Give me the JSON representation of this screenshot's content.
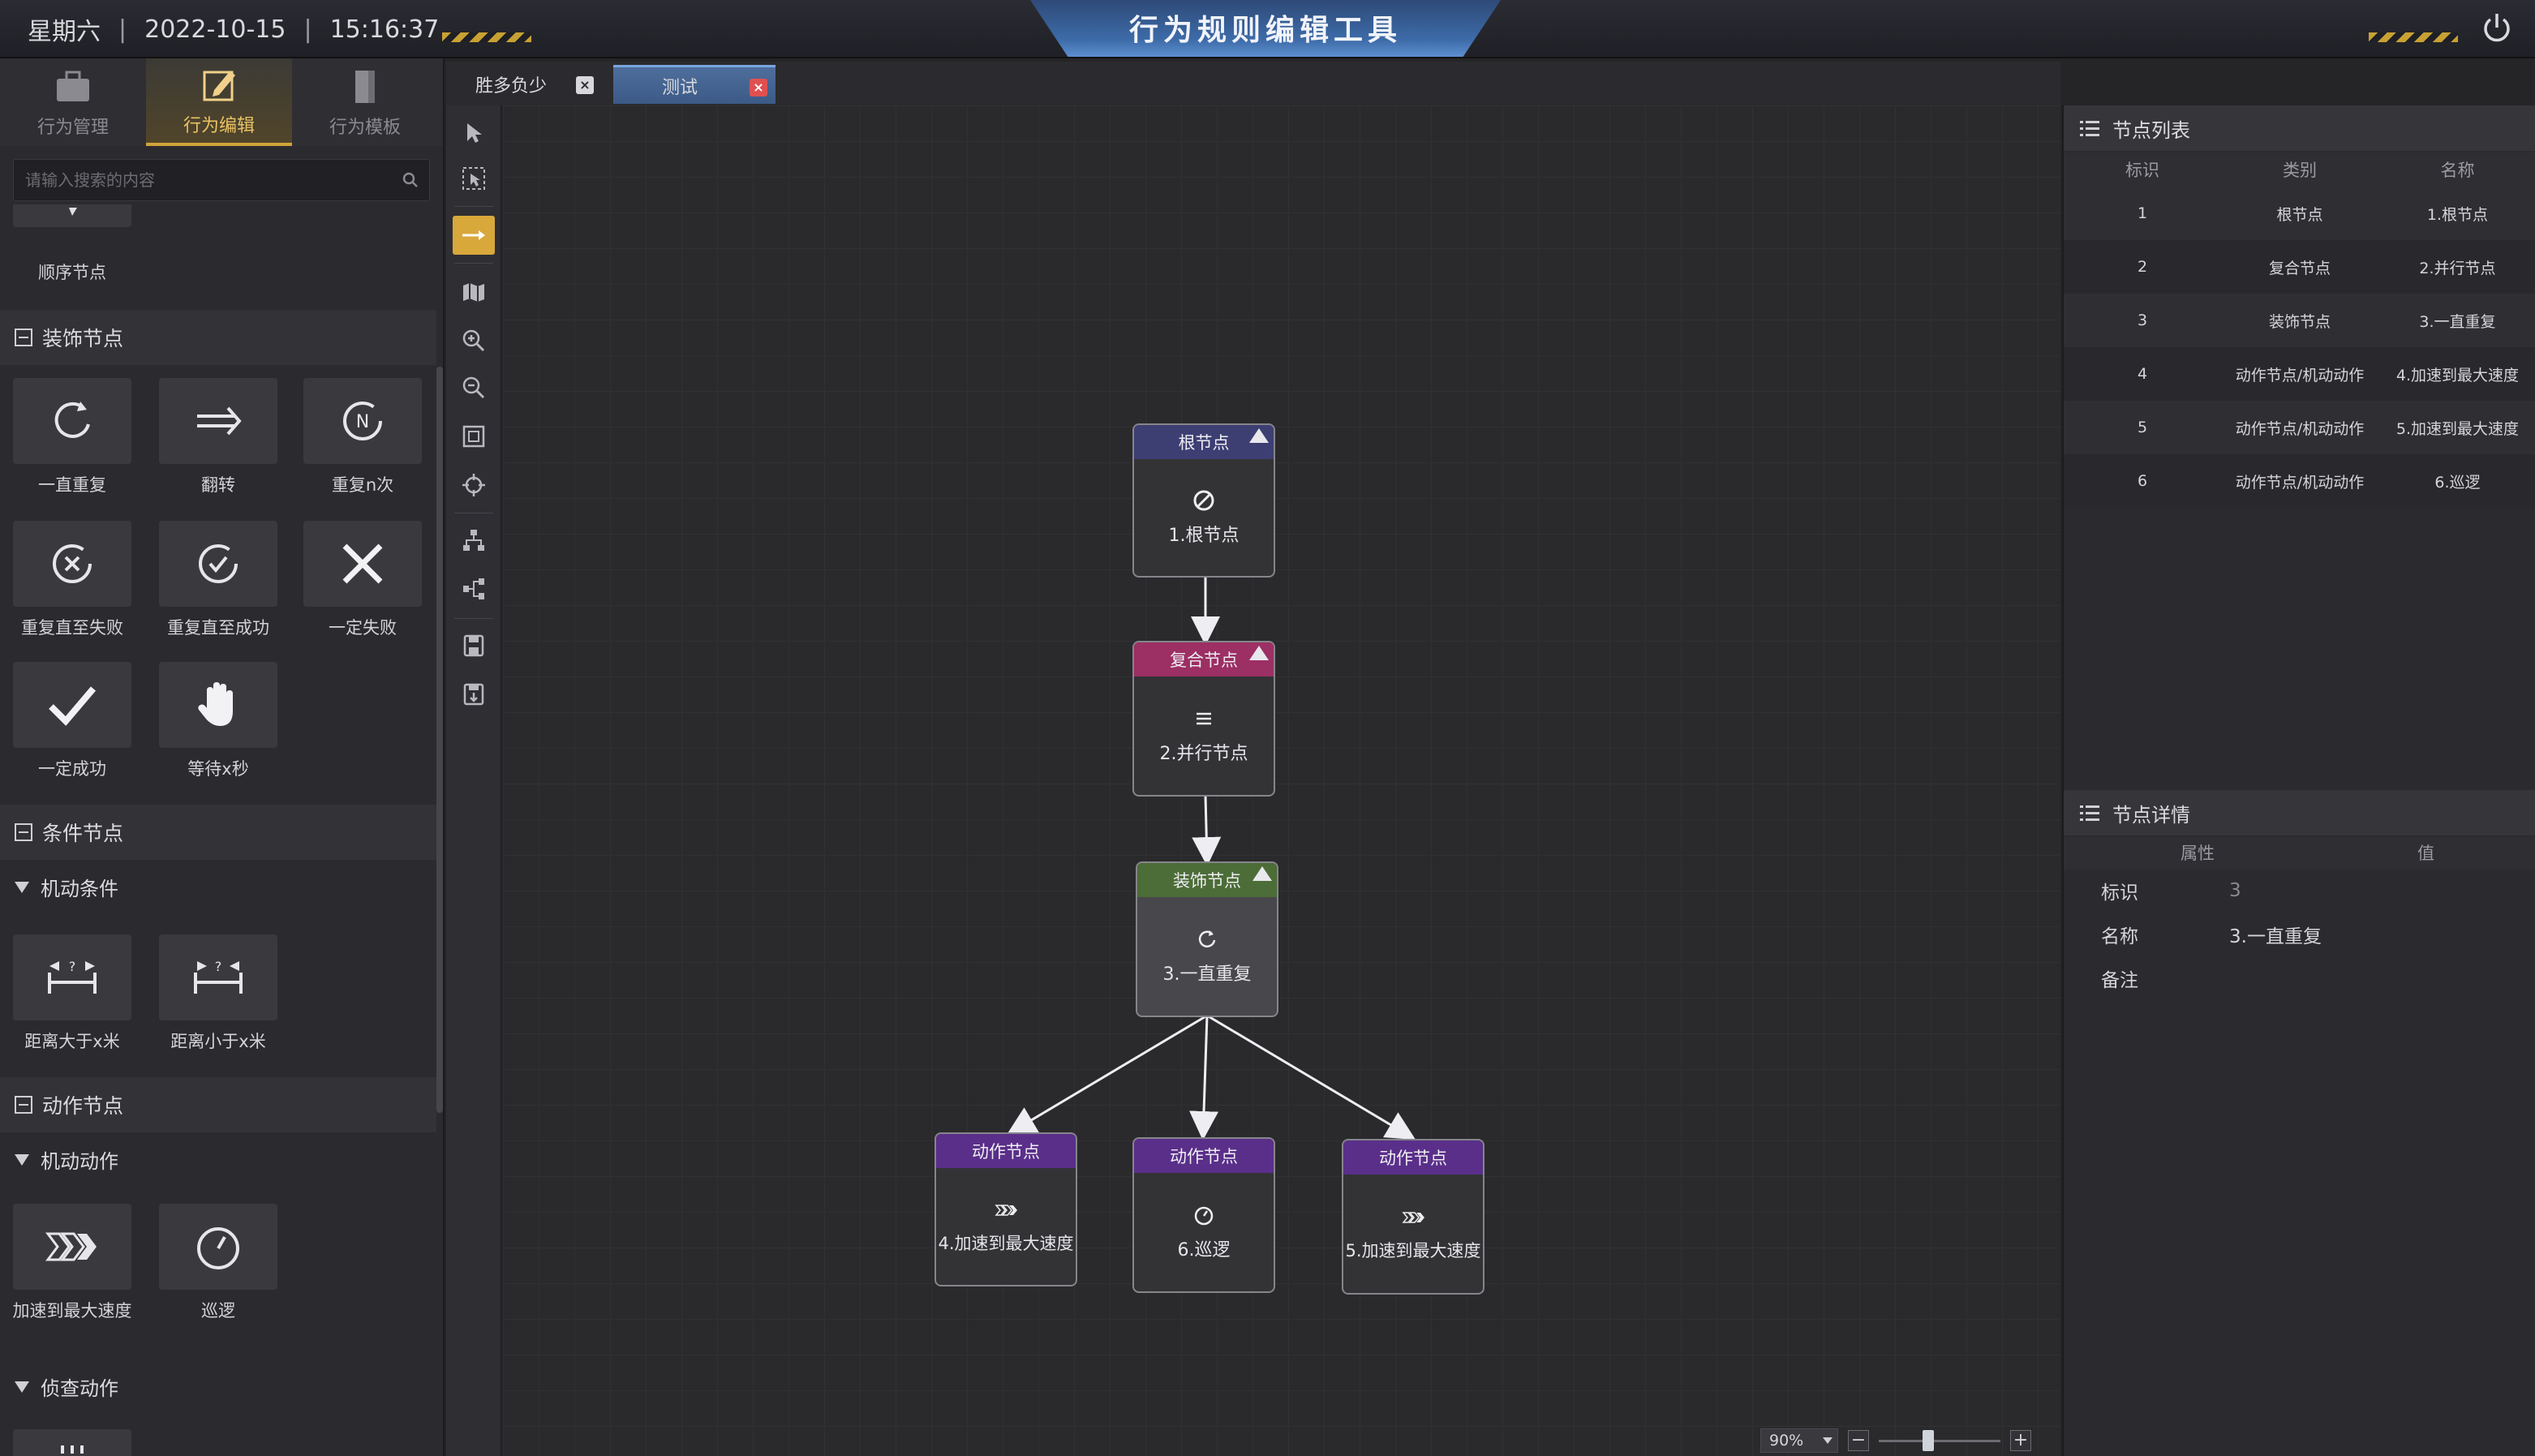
{
  "titlebar": {
    "weekday": "星期六",
    "date": "2022-10-15",
    "time": "15:16:37",
    "app_title": "行为规则编辑工具"
  },
  "left_tabs": [
    {
      "label": "行为管理",
      "icon": "briefcase-icon",
      "active": false
    },
    {
      "label": "行为编辑",
      "icon": "edit-icon",
      "active": true
    },
    {
      "label": "行为模板",
      "icon": "template-icon",
      "active": false
    }
  ],
  "search": {
    "placeholder": "请输入搜索的内容"
  },
  "palette": {
    "partial_item": {
      "label": "顺序节点"
    },
    "decorator": {
      "title": "装饰节点",
      "items": [
        {
          "label": "一直重复",
          "icon": "repeat-icon"
        },
        {
          "label": "翻转",
          "icon": "invert-icon"
        },
        {
          "label": "重复n次",
          "icon": "repeat-n-icon"
        },
        {
          "label": "重复直至失败",
          "icon": "repeat-until-fail-icon"
        },
        {
          "label": "重复直至成功",
          "icon": "repeat-until-success-icon"
        },
        {
          "label": "一定失败",
          "icon": "fail-icon"
        },
        {
          "label": "一定成功",
          "icon": "check-icon"
        },
        {
          "label": "等待x秒",
          "icon": "hand-icon"
        }
      ]
    },
    "condition": {
      "title": "条件节点",
      "subgroup": "机动条件",
      "items": [
        {
          "label": "距离大于x米",
          "icon": "distance-greater-icon"
        },
        {
          "label": "距离小于x米",
          "icon": "distance-less-icon"
        }
      ]
    },
    "action": {
      "title": "动作节点",
      "subgroup": "机动动作",
      "items": [
        {
          "label": "加速到最大速度",
          "icon": "accelerate-icon"
        },
        {
          "label": "巡逻",
          "icon": "patrol-icon"
        }
      ],
      "subgroup2": "侦查动作"
    }
  },
  "doc_tabs": [
    {
      "label": "胜多负少",
      "active": false
    },
    {
      "label": "测试",
      "active": true
    }
  ],
  "tree_nodes": [
    {
      "id": "1",
      "type": "根节点",
      "name": "1.根节点",
      "color": "#3d3f73",
      "icon": "circle-slash-icon"
    },
    {
      "id": "2",
      "type": "复合节点",
      "name": "2.并行节点",
      "color": "#9c2f64",
      "icon": "parallel-icon"
    },
    {
      "id": "3",
      "type": "装饰节点",
      "name": "3.一直重复",
      "color": "#4c6d37",
      "icon": "repeat-icon"
    },
    {
      "id": "4",
      "type": "动作节点",
      "name": "4.加速到最大速度",
      "color": "#5a2f8a",
      "icon": "accelerate-icon"
    },
    {
      "id": "6",
      "type": "动作节点",
      "name": "6.巡逻",
      "color": "#5a2f8a",
      "icon": "patrol-icon"
    },
    {
      "id": "5",
      "type": "动作节点",
      "name": "5.加速到最大速度",
      "color": "#5a2f8a",
      "icon": "accelerate-icon"
    }
  ],
  "zoom": {
    "value": "90%",
    "fraction": 0.4
  },
  "node_list": {
    "title": "节点列表",
    "columns": [
      "标识",
      "类别",
      "名称"
    ],
    "rows": [
      [
        "1",
        "根节点",
        "1.根节点"
      ],
      [
        "2",
        "复合节点",
        "2.并行节点"
      ],
      [
        "3",
        "装饰节点",
        "3.一直重复"
      ],
      [
        "4",
        "动作节点/机动动作",
        "4.加速到最大速度"
      ],
      [
        "5",
        "动作节点/机动动作",
        "5.加速到最大速度"
      ],
      [
        "6",
        "动作节点/机动动作",
        "6.巡逻"
      ]
    ]
  },
  "node_detail": {
    "title": "节点详情",
    "columns": [
      "属性",
      "值"
    ],
    "rows": [
      {
        "key": "标识",
        "value": "3"
      },
      {
        "key": "名称",
        "value": "3.一直重复"
      },
      {
        "key": "备注",
        "value": ""
      }
    ]
  },
  "colors": {
    "accent": "#d9a83b",
    "tab_active": "#4e6e9c"
  }
}
